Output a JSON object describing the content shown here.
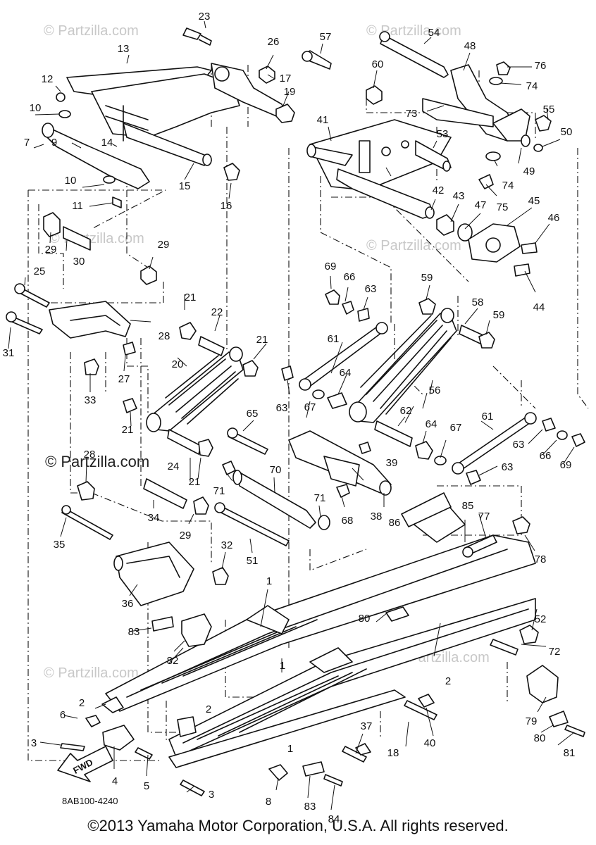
{
  "watermarks": [
    "© Partzilla.com",
    "© Partzilla.com",
    "© Partzilla.com",
    "© Partzilla.com",
    "© Partzilla.com",
    "© Partzilla.com"
  ],
  "watermark_main": "© Partzilla.com",
  "diagram_code": "8AB100-4240",
  "fwd_label": "FWD",
  "copyright": "©2013 Yamaha Motor Corporation, U.S.A. All rights reserved.",
  "callouts": [
    "1",
    "1",
    "1",
    "2",
    "2",
    "2",
    "3",
    "3",
    "4",
    "5",
    "6",
    "7",
    "8",
    "9",
    "10",
    "10",
    "11",
    "12",
    "13",
    "14",
    "15",
    "16",
    "17",
    "18",
    "19",
    "20",
    "21",
    "21",
    "21",
    "21",
    "22",
    "23",
    "24",
    "25",
    "26",
    "27",
    "28",
    "28",
    "29",
    "29",
    "29",
    "30",
    "31",
    "32",
    "33",
    "34",
    "35",
    "36",
    "37",
    "38",
    "39",
    "40",
    "41",
    "42",
    "43",
    "44",
    "45",
    "46",
    "47",
    "48",
    "49",
    "50",
    "51",
    "52",
    "53",
    "54",
    "55",
    "56",
    "57",
    "58",
    "59",
    "59",
    "60",
    "61",
    "61",
    "62",
    "63",
    "63",
    "63",
    "63",
    "64",
    "64",
    "65",
    "66",
    "66",
    "67",
    "67",
    "68",
    "69",
    "69",
    "70",
    "71",
    "71",
    "72",
    "73",
    "74",
    "74",
    "75",
    "76",
    "77",
    "78",
    "79",
    "80",
    "80",
    "81",
    "82",
    "83",
    "83",
    "84",
    "85",
    "86"
  ]
}
